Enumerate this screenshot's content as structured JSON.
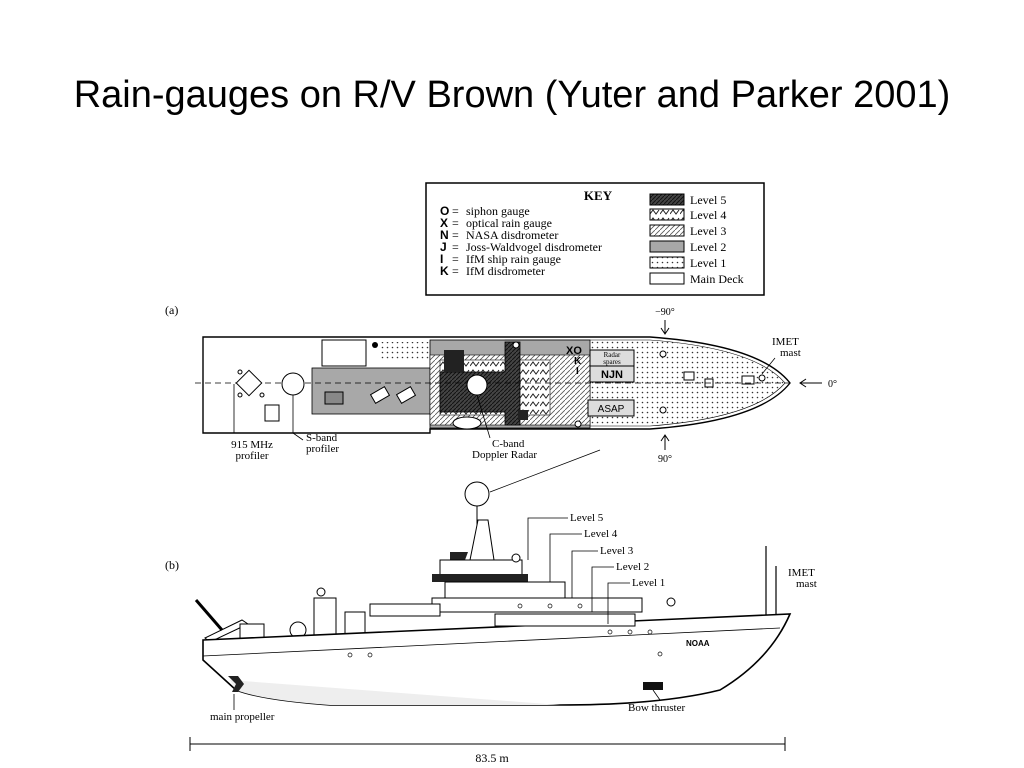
{
  "slide": {
    "title": "Rain-gauges on R/V Brown (Yuter and Parker 2001)"
  },
  "key": {
    "heading": "KEY",
    "instruments": [
      {
        "symbol": "O",
        "label": "siphon gauge"
      },
      {
        "symbol": "X",
        "label": "optical rain gauge"
      },
      {
        "symbol": "N",
        "label": "NASA disdrometer"
      },
      {
        "symbol": "J",
        "label": "Joss-Waldvogel disdrometer"
      },
      {
        "symbol": "I",
        "label": "IfM ship rain gauge"
      },
      {
        "symbol": "K",
        "label": "IfM disdrometer"
      }
    ],
    "levels": [
      {
        "label": "Level 5",
        "fill": "dark-hatch"
      },
      {
        "label": "Level 4",
        "fill": "zigzag"
      },
      {
        "label": "Level 3",
        "fill": "diagonal-hatch"
      },
      {
        "label": "Level 2",
        "fill": "gray"
      },
      {
        "label": "Level 1",
        "fill": "dots"
      },
      {
        "label": "Main Deck",
        "fill": "white"
      }
    ]
  },
  "plan_view": {
    "panel_label": "(a)",
    "angle_top": "−90°",
    "angle_bottom": "90°",
    "angle_bow": "0°",
    "imet_label": "IMET",
    "imet_label_2": "mast",
    "profiler_915": "915 MHz",
    "profiler_915_2": "profiler",
    "sband": "S-band",
    "sband_2": "profiler",
    "cband": "C-band",
    "cband_2": "Doppler Radar",
    "radar_spares": "Radar",
    "radar_spares_2": "spares",
    "njn": "NJN",
    "asap": "ASAP",
    "xki": "XO\nK\nI"
  },
  "profile_view": {
    "panel_label": "(b)",
    "levels": [
      "Level 5",
      "Level 4",
      "Level 3",
      "Level 2",
      "Level 1"
    ],
    "imet_label": "IMET",
    "imet_label_2": "mast",
    "noaa": "NOAA",
    "bow_thruster": "Bow thruster",
    "main_propeller": "main propeller",
    "length": "83.5 m"
  },
  "colors": {
    "ink": "#000000",
    "level2_gray": "#a8a8a8",
    "level5_dark": "#3a3a3a",
    "background": "#ffffff"
  }
}
